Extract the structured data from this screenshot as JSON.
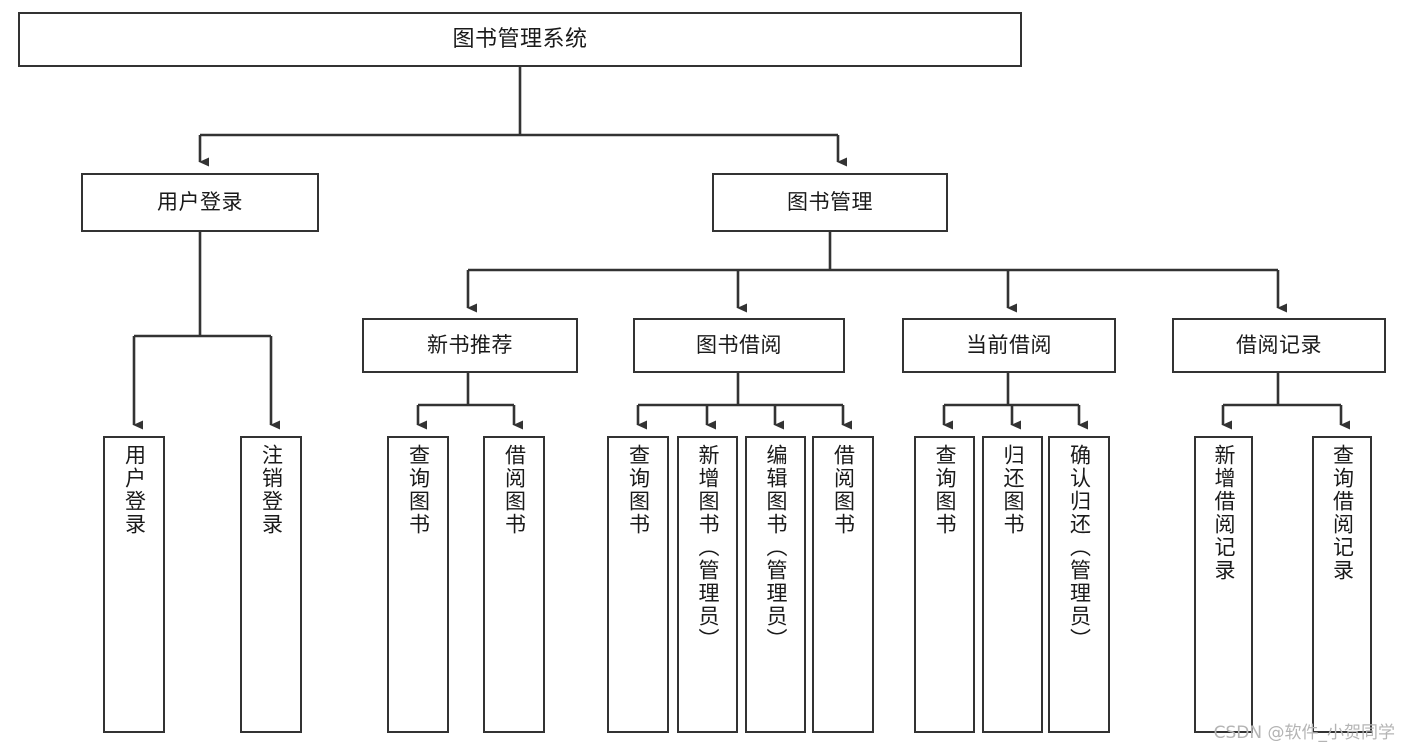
{
  "diagram": {
    "type": "tree-hierarchy",
    "title": "图书管理系统",
    "watermark": "CSDN @软件_小贺同学",
    "colors": {
      "stroke": "#333333",
      "fill": "#ffffff",
      "text": "#1a1a1a",
      "watermark": "#b4b4b4"
    },
    "nodes": {
      "root": {
        "label": "图书管理系统"
      },
      "level1": [
        {
          "id": "user-login",
          "label": "用户登录"
        },
        {
          "id": "book-manage",
          "label": "图书管理"
        }
      ],
      "level2": [
        {
          "id": "new-book-recommend",
          "label": "新书推荐"
        },
        {
          "id": "book-borrow",
          "label": "图书借阅"
        },
        {
          "id": "current-borrow",
          "label": "当前借阅"
        },
        {
          "id": "borrow-record",
          "label": "借阅记录"
        }
      ],
      "leaves": {
        "user_login": [
          {
            "id": "leaf-user-login",
            "label": "用户登录"
          },
          {
            "id": "leaf-logout-login",
            "label": "注销登录"
          }
        ],
        "new_book_recommend": [
          {
            "id": "leaf-query-book-1",
            "label": "查询图书"
          },
          {
            "id": "leaf-borrow-book-1",
            "label": "借阅图书"
          }
        ],
        "book_borrow": [
          {
            "id": "leaf-query-book-2",
            "label": "查询图书"
          },
          {
            "id": "leaf-add-book",
            "label": "新增图书（管理员）"
          },
          {
            "id": "leaf-edit-book",
            "label": "编辑图书（管理员）"
          },
          {
            "id": "leaf-borrow-book-2",
            "label": "借阅图书"
          }
        ],
        "current_borrow": [
          {
            "id": "leaf-query-book-3",
            "label": "查询图书"
          },
          {
            "id": "leaf-return-book",
            "label": "归还图书"
          },
          {
            "id": "leaf-confirm-return",
            "label": "确认归还（管理员）"
          }
        ],
        "borrow_record": [
          {
            "id": "leaf-add-record",
            "label": "新增借阅记录"
          },
          {
            "id": "leaf-query-record",
            "label": "查询借阅记录"
          }
        ]
      }
    }
  }
}
